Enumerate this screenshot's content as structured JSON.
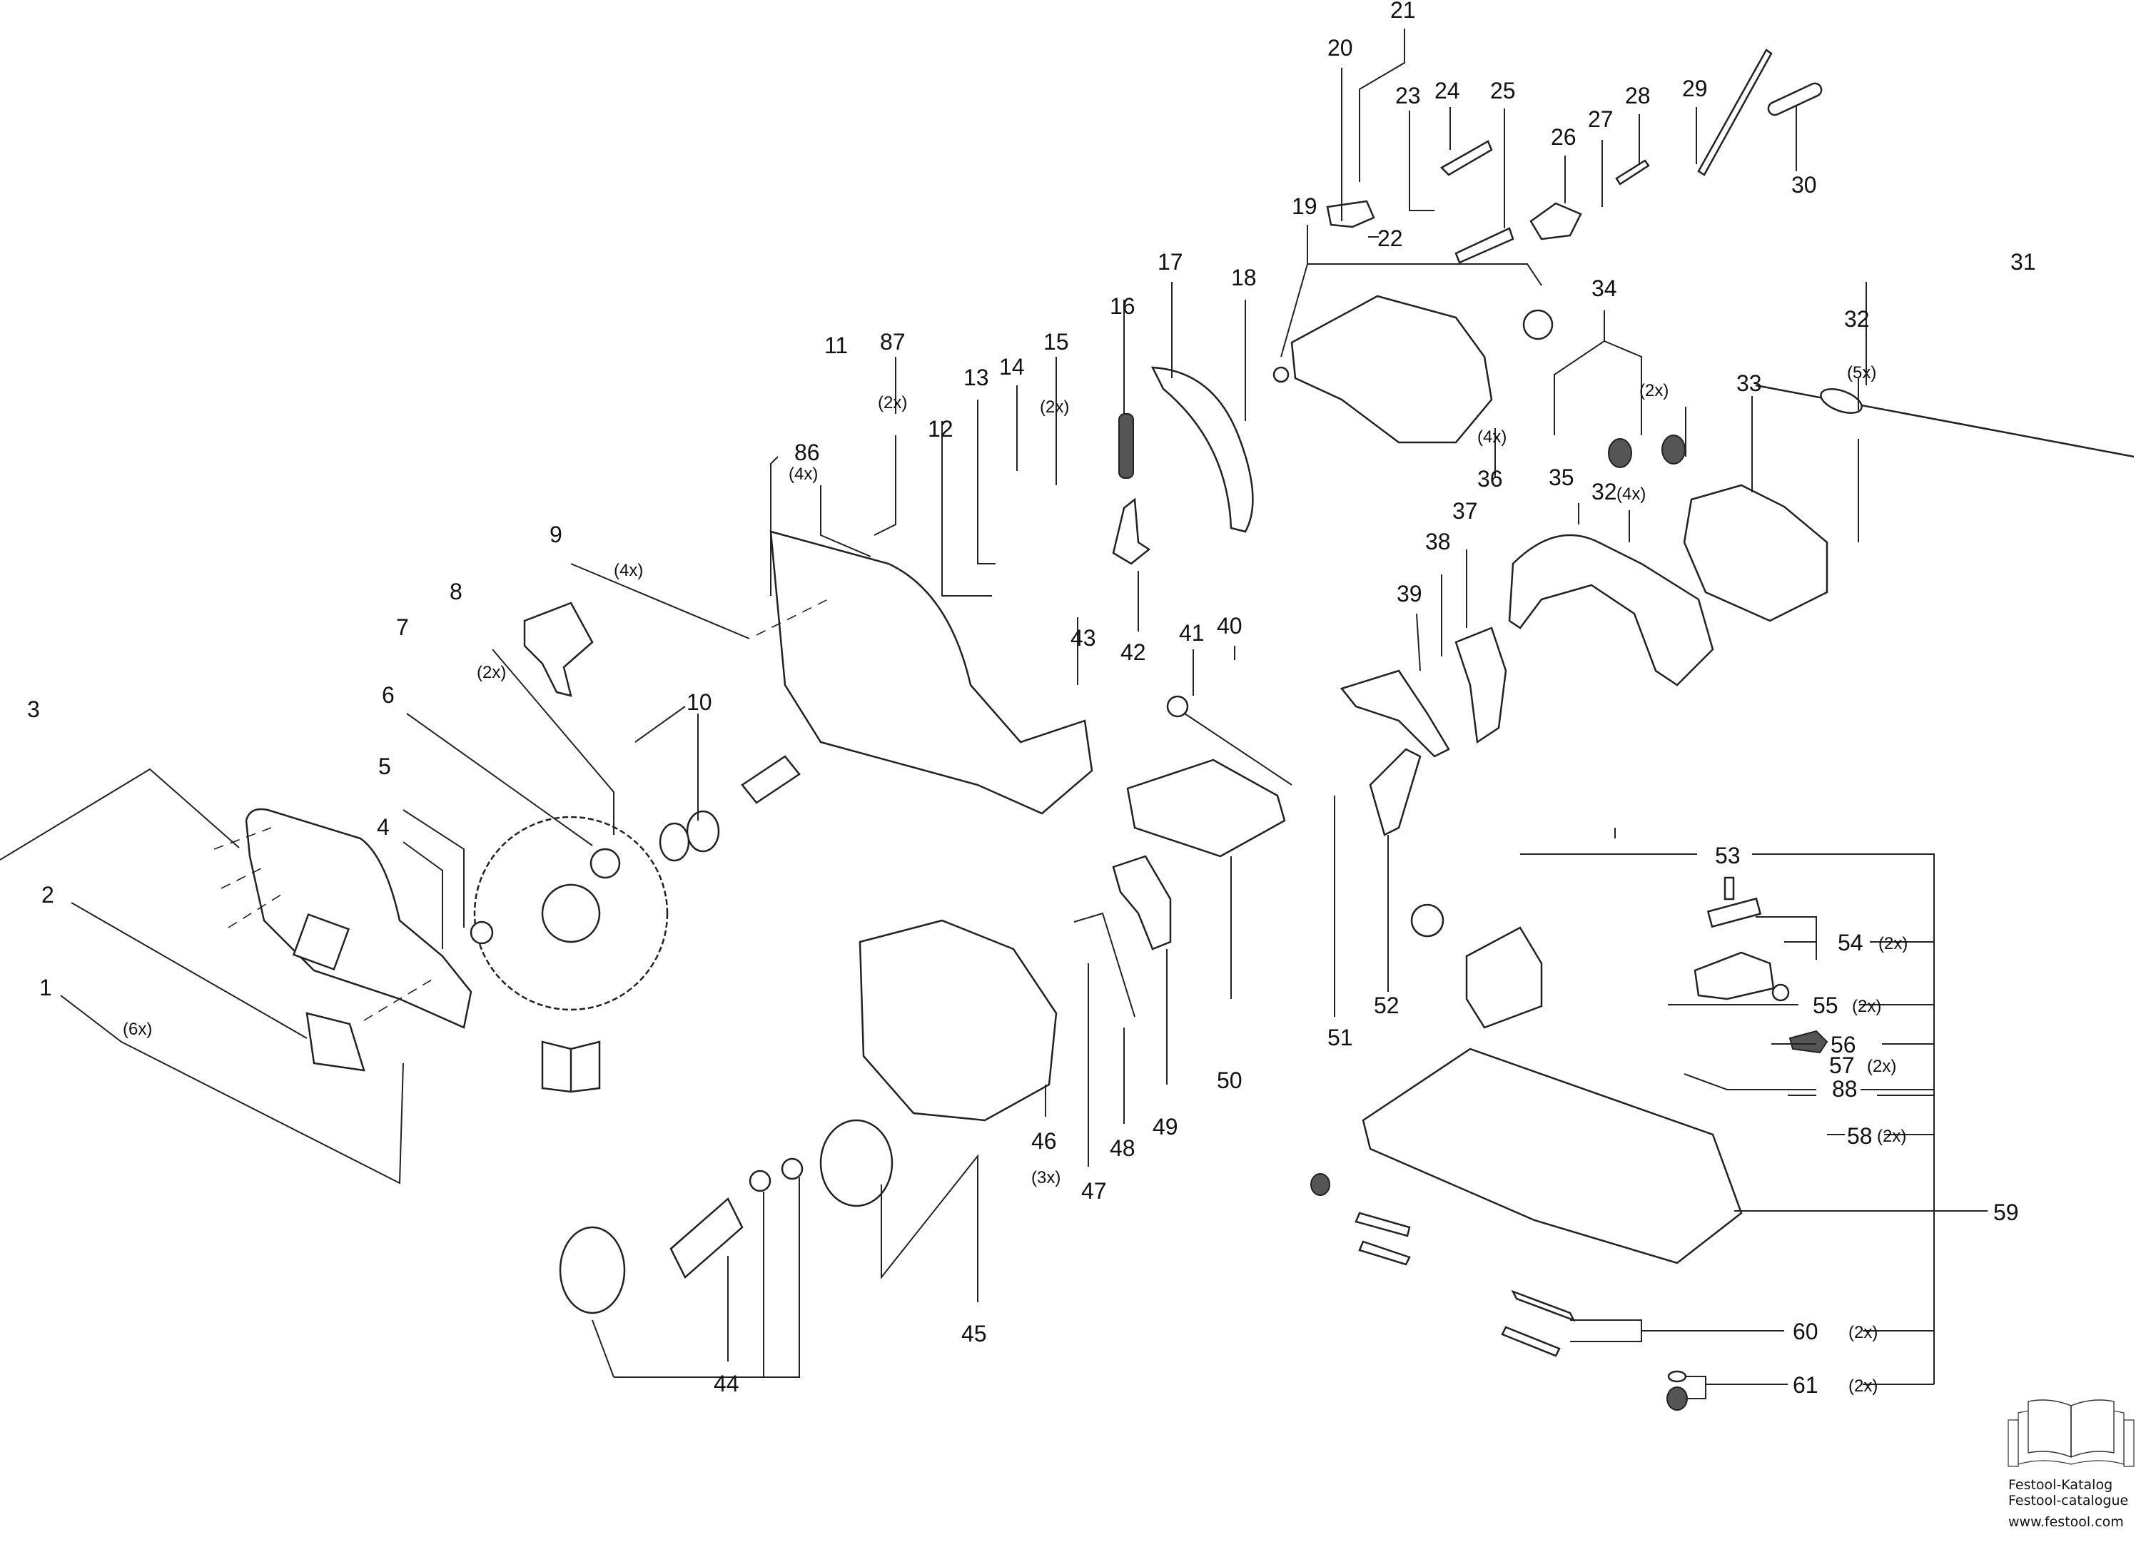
{
  "diagram": {
    "title": "Festool circular saw exploded parts diagram",
    "parts": [
      {
        "id": "1",
        "qty": "(6x)"
      },
      {
        "id": "2",
        "qty": ""
      },
      {
        "id": "3",
        "qty": ""
      },
      {
        "id": "4",
        "qty": ""
      },
      {
        "id": "5",
        "qty": ""
      },
      {
        "id": "6",
        "qty": ""
      },
      {
        "id": "7",
        "qty": "(2x)"
      },
      {
        "id": "8",
        "qty": ""
      },
      {
        "id": "9",
        "qty": "(4x)"
      },
      {
        "id": "10",
        "qty": ""
      },
      {
        "id": "11",
        "qty": ""
      },
      {
        "id": "12",
        "qty": ""
      },
      {
        "id": "13",
        "qty": ""
      },
      {
        "id": "14",
        "qty": ""
      },
      {
        "id": "15",
        "qty": "(2x)"
      },
      {
        "id": "16",
        "qty": ""
      },
      {
        "id": "17",
        "qty": ""
      },
      {
        "id": "18",
        "qty": ""
      },
      {
        "id": "19",
        "qty": ""
      },
      {
        "id": "20",
        "qty": ""
      },
      {
        "id": "21",
        "qty": ""
      },
      {
        "id": "22",
        "qty": ""
      },
      {
        "id": "23",
        "qty": ""
      },
      {
        "id": "24",
        "qty": ""
      },
      {
        "id": "25",
        "qty": ""
      },
      {
        "id": "26",
        "qty": ""
      },
      {
        "id": "27",
        "qty": ""
      },
      {
        "id": "28",
        "qty": ""
      },
      {
        "id": "29",
        "qty": ""
      },
      {
        "id": "30",
        "qty": ""
      },
      {
        "id": "31",
        "qty": ""
      },
      {
        "id": "32",
        "qty": "(5x)"
      },
      {
        "id": "32",
        "qty": "(4x)"
      },
      {
        "id": "33",
        "qty": ""
      },
      {
        "id": "34",
        "qty": "(2x)"
      },
      {
        "id": "35",
        "qty": ""
      },
      {
        "id": "36",
        "qty": "(4x)"
      },
      {
        "id": "37",
        "qty": ""
      },
      {
        "id": "38",
        "qty": ""
      },
      {
        "id": "39",
        "qty": ""
      },
      {
        "id": "40",
        "qty": ""
      },
      {
        "id": "41",
        "qty": ""
      },
      {
        "id": "42",
        "qty": ""
      },
      {
        "id": "43",
        "qty": ""
      },
      {
        "id": "44",
        "qty": ""
      },
      {
        "id": "45",
        "qty": ""
      },
      {
        "id": "46",
        "qty": "(3x)"
      },
      {
        "id": "47",
        "qty": ""
      },
      {
        "id": "48",
        "qty": ""
      },
      {
        "id": "49",
        "qty": ""
      },
      {
        "id": "50",
        "qty": ""
      },
      {
        "id": "51",
        "qty": ""
      },
      {
        "id": "52",
        "qty": ""
      },
      {
        "id": "53",
        "qty": ""
      },
      {
        "id": "54",
        "qty": "(2x)"
      },
      {
        "id": "55",
        "qty": "(2x)"
      },
      {
        "id": "56",
        "qty": ""
      },
      {
        "id": "57",
        "qty": "(2x)"
      },
      {
        "id": "58",
        "qty": "(2x)"
      },
      {
        "id": "59",
        "qty": ""
      },
      {
        "id": "60",
        "qty": "(2x)"
      },
      {
        "id": "61",
        "qty": "(2x)"
      },
      {
        "id": "86",
        "qty": "(4x)"
      },
      {
        "id": "87",
        "qty": "(2x)"
      },
      {
        "id": "88",
        "qty": ""
      }
    ]
  },
  "catalog": {
    "icon": "open-book-icon",
    "line1": "Festool-Katalog",
    "line2": "Festool-catalogue",
    "url": "www.festool.com"
  },
  "colors": {
    "ink": "#111111",
    "background": "#ffffff"
  }
}
